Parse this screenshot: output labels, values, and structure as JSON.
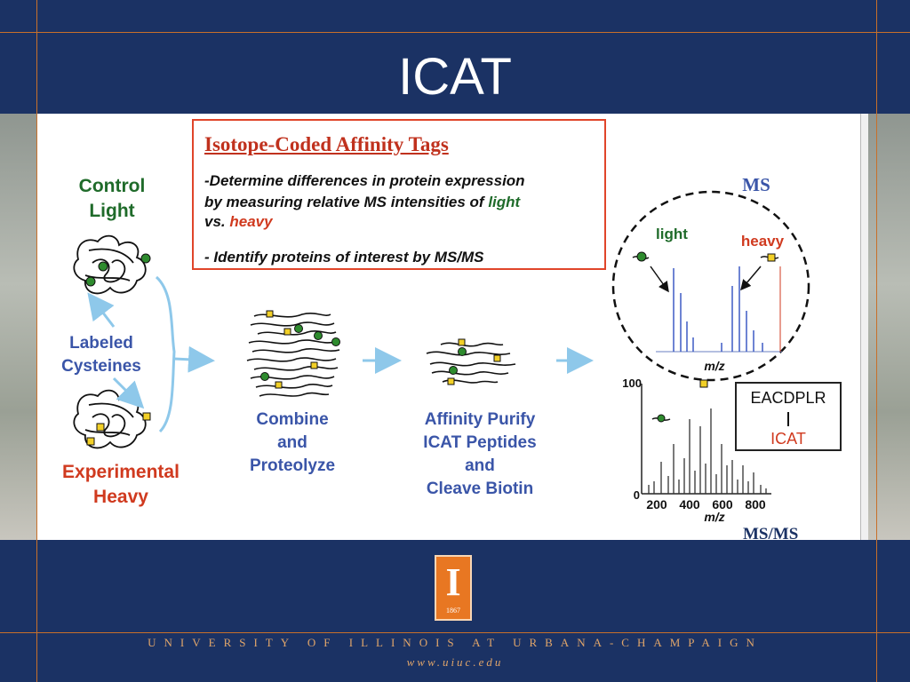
{
  "slide": {
    "title": "ICAT"
  },
  "tag_box": {
    "title": "Isotope-Coded Affinity Tags",
    "line1": "-Determine differences in protein expression",
    "line2_prefix": "by measuring relative MS intensities of ",
    "line2_light": "light",
    "line3_prefix": "vs. ",
    "line3_heavy": "heavy",
    "line4": "- Identify proteins of interest by MS/MS"
  },
  "left": {
    "control": "Control",
    "light": "Light",
    "labeled": "Labeled",
    "cysteines": "Cysteines",
    "experimental": "Experimental",
    "heavy": "Heavy"
  },
  "steps": {
    "combine_1": "Combine",
    "combine_2": "and",
    "combine_3": "Proteolyze",
    "purify_1": "Affinity Purify",
    "purify_2": "ICAT Peptides",
    "purify_3": "and",
    "purify_4": "Cleave Biotin"
  },
  "ms": {
    "label": "MS",
    "light": "light",
    "heavy": "heavy",
    "mz": "m/z"
  },
  "msms": {
    "y_top": "100",
    "y_bottom": "0",
    "x_ticks": [
      "200",
      "400",
      "600",
      "800"
    ],
    "mz": "m/z",
    "label": "MS/MS",
    "sequence": "EACDPLR",
    "tag": "ICAT"
  },
  "footer": {
    "seal_year": "1867",
    "university": "UNIVERSITY OF ILLINOIS AT URBANA-CHAMPAIGN",
    "url": "www.uiuc.edu"
  },
  "colors": {
    "navy": "#1b3264",
    "orange": "#c8702a",
    "green": "#1f6b2a",
    "red": "#d03a1f",
    "blue": "#3a55a8"
  }
}
